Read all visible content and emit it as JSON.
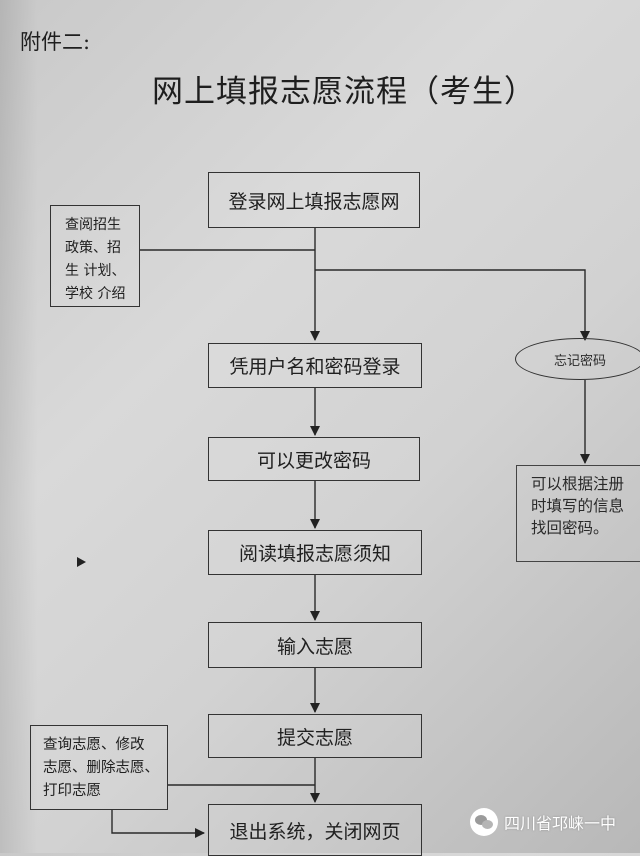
{
  "header": {
    "attachment": "附件二:",
    "title": "网上填报志愿流程（考生）"
  },
  "flow": {
    "steps": [
      "登录网上填报志愿网",
      "凭用户名和密码登录",
      "可以更改密码",
      "阅读填报志愿须知",
      "输入志愿",
      "提交志愿",
      "退出系统，关闭网页"
    ],
    "side_info": [
      "查阅招生",
      "政策、招生",
      "计划、学校",
      "介绍"
    ],
    "forgot_password": "忘记密码",
    "recover_note": [
      "可以根据注册",
      "时填写的信息",
      "找回密码。"
    ],
    "query_actions": [
      "查询志愿、修改",
      "志愿、删除志愿、",
      "打印志愿"
    ]
  },
  "watermark": {
    "icon": "wechat-icon",
    "text": "四川省邛崃一中"
  }
}
